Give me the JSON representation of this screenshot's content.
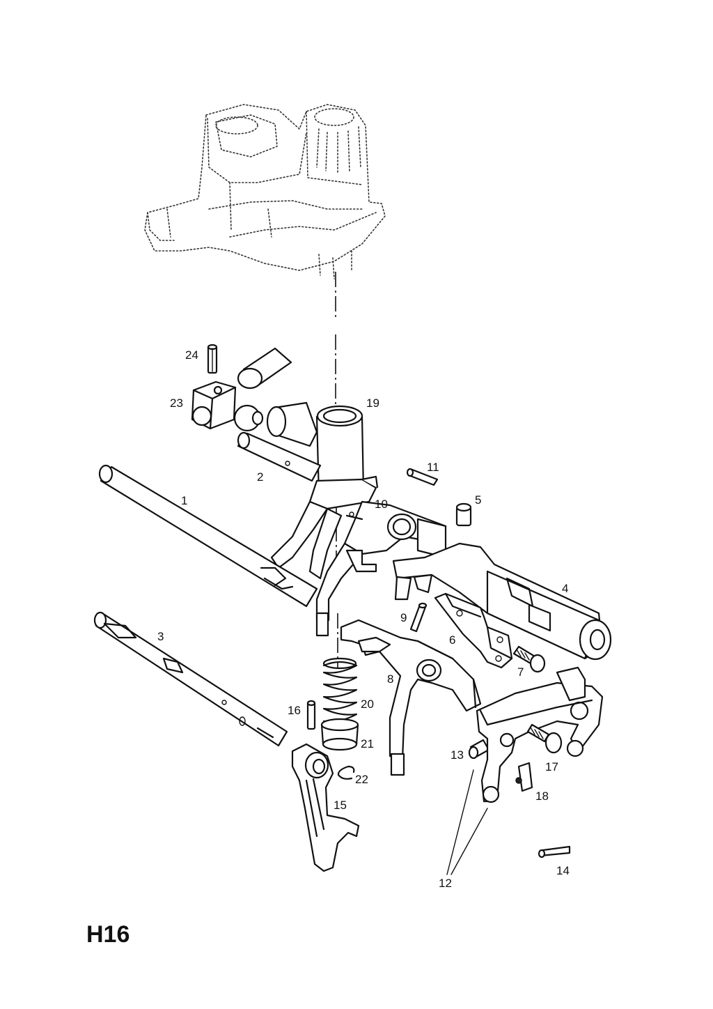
{
  "page_code": "H16",
  "callouts": {
    "c1": "1",
    "c2": "2",
    "c3": "3",
    "c4": "4",
    "c5": "5",
    "c6": "6",
    "c7": "7",
    "c8": "8",
    "c9": "9",
    "c10": "10",
    "c11": "11",
    "c12": "12",
    "c13": "13",
    "c14": "14",
    "c15": "15",
    "c16": "16",
    "c17": "17",
    "c18": "18",
    "c19": "19",
    "c20": "20",
    "c21": "21",
    "c22": "22",
    "c23": "23",
    "c24": "24"
  }
}
